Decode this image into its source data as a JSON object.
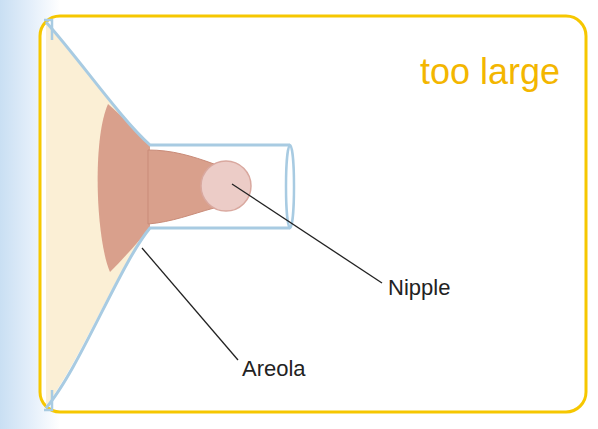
{
  "diagram": {
    "title": "too large",
    "labels": [
      "Nipple",
      "Areola"
    ]
  }
}
